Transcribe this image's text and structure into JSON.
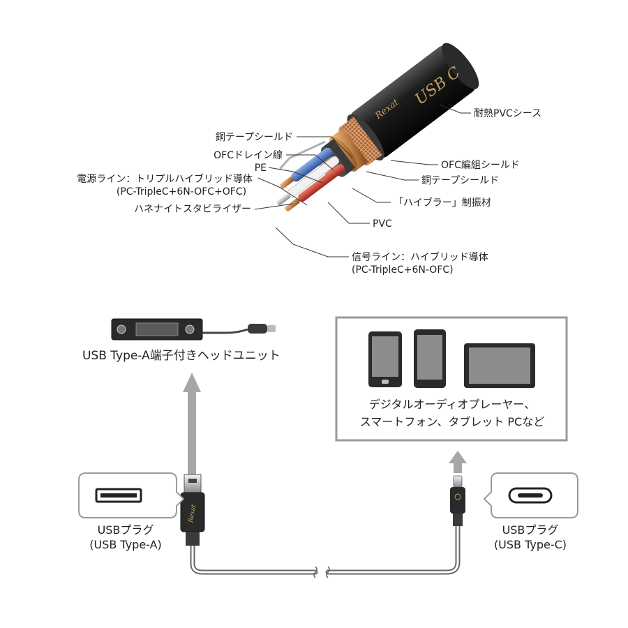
{
  "cable_labels": {
    "left": {
      "copper_tape_shield": "銅テープシールド",
      "ofc_drain_wire": "OFCドレイン線",
      "pe": "PE",
      "power_line_1": "電源ライン：トリプルハイブリッド導体",
      "power_line_2": "(PC-TripleC+6N-OFC+OFC)",
      "hanenite_stabilizer": "ハネナイトスタビライザー"
    },
    "right": {
      "heat_resistant_pvc_sheath": "耐熱PVCシース",
      "ofc_braided_shield": "OFC編組シールド",
      "copper_tape_shield": "銅テープシールド",
      "hybrar_damping": "「ハイブラー」制振材",
      "pvc": "PVC",
      "signal_line_1": "信号ライン：ハイブリッド導体",
      "signal_line_2": "(PC-TripleC+6N-OFC)"
    },
    "cable_print": "USB C",
    "brand_mark": "Rexat"
  },
  "head_unit": {
    "caption": "USB Type-A端子付きヘッドユニット"
  },
  "devices": {
    "caption_line1": "デジタルオーディオプレーヤー、",
    "caption_line2": "スマートフォン、タブレット PCなど"
  },
  "plug_a": {
    "line1": "USBプラグ",
    "line2": "(USB Type-A)"
  },
  "plug_c": {
    "line1": "USBプラグ",
    "line2": "(USB Type-C)"
  },
  "colors": {
    "sheath": "#1c1c1c",
    "copper": "#c8874a",
    "braid": "#a0623a",
    "blue_core": "#3d67b8",
    "red_core": "#c0392b",
    "arrow_gray": "#a6a6a6",
    "frame_gray": "#9a9a9a"
  }
}
